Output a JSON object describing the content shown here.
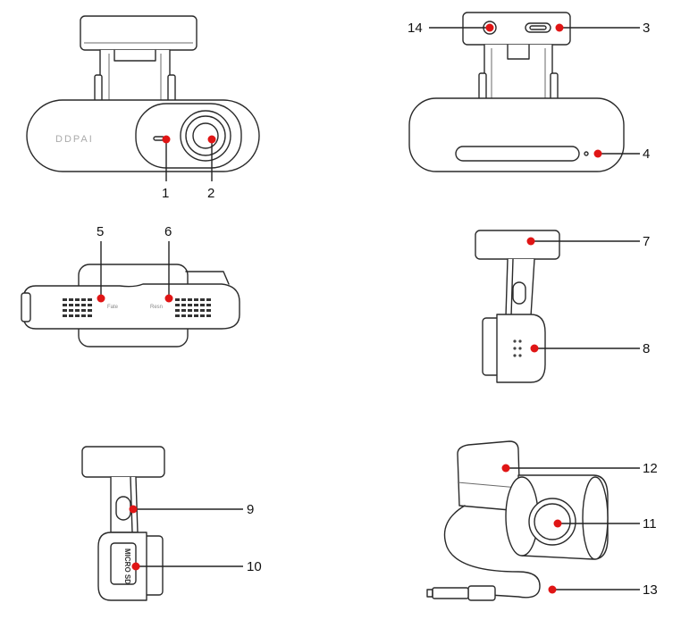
{
  "brand_text": "DDPAI",
  "microsd_text": "MICRO SD",
  "port_label_1": "Fate",
  "port_label_2": "Resn",
  "callouts": [
    {
      "id": "1",
      "label": "1"
    },
    {
      "id": "2",
      "label": "2"
    },
    {
      "id": "3",
      "label": "3"
    },
    {
      "id": "4",
      "label": "4"
    },
    {
      "id": "5",
      "label": "5"
    },
    {
      "id": "6",
      "label": "6"
    },
    {
      "id": "7",
      "label": "7"
    },
    {
      "id": "8",
      "label": "8"
    },
    {
      "id": "9",
      "label": "9"
    },
    {
      "id": "10",
      "label": "10"
    },
    {
      "id": "11",
      "label": "11"
    },
    {
      "id": "12",
      "label": "12"
    },
    {
      "id": "13",
      "label": "13"
    },
    {
      "id": "14",
      "label": "14"
    }
  ],
  "colors": {
    "callout_dot": "#e01515",
    "line": "#2a2a2a"
  }
}
